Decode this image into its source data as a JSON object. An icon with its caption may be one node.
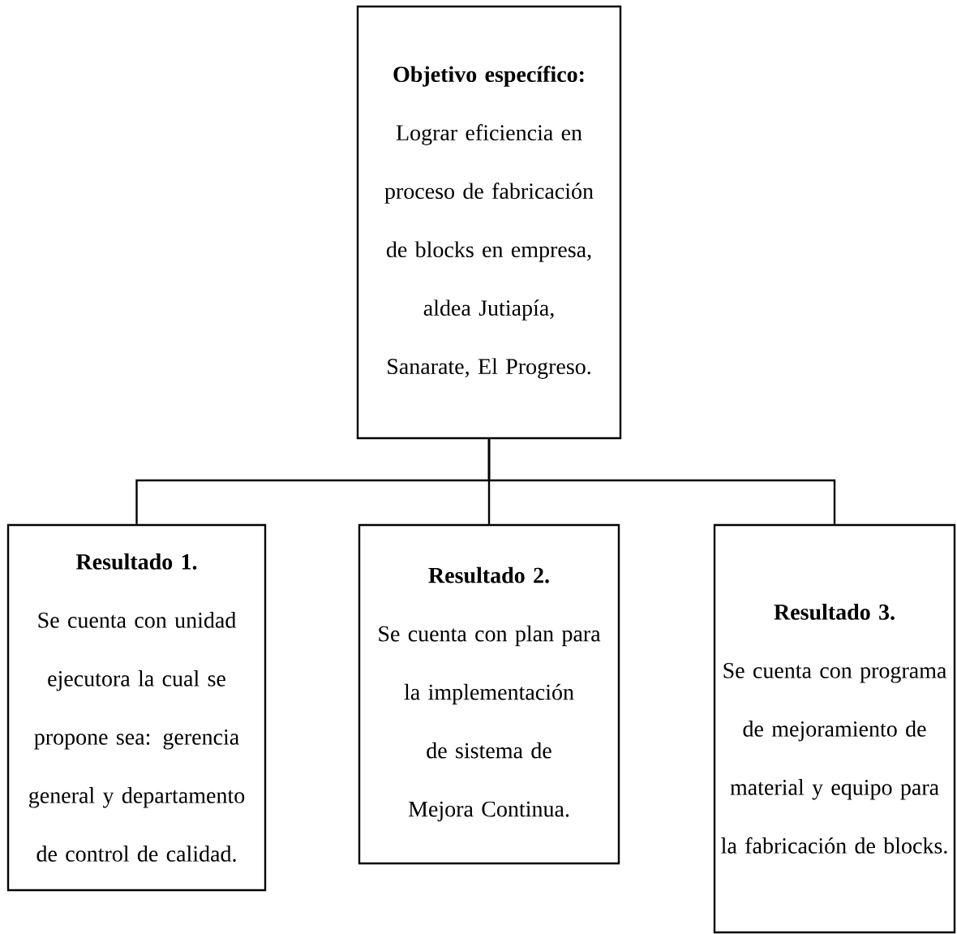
{
  "diagram": {
    "nodes": [
      {
        "text": [
          "Objetivo específico:",
          "Lograr eficiencia en proceso de fabricación de blocks en empresa, aldea Jutiapía, Sanarate, El Progreso."
        ]
      },
      {
        "text": [
          "Resultado 1.",
          "Se cuenta con unidad ejecutora la cual se propone sea: gerencia general y departamento de control de calidad."
        ]
      },
      {
        "text": [
          "Resultado 2.",
          "Se cuenta con plan para la implementación de sistema de Mejora Continua."
        ]
      },
      {
        "text": [
          "Resultado 3.",
          "Se cuenta con programa de mejoramiento de material y equipo para la fabricación de blocks."
        ]
      }
    ],
    "edges": [
      {
        "from": 0,
        "to": 1,
        "arrow": "none"
      },
      {
        "from": 0,
        "to": 2,
        "arrow": "none"
      },
      {
        "from": 0,
        "to": 3,
        "arrow": "none"
      }
    ]
  }
}
